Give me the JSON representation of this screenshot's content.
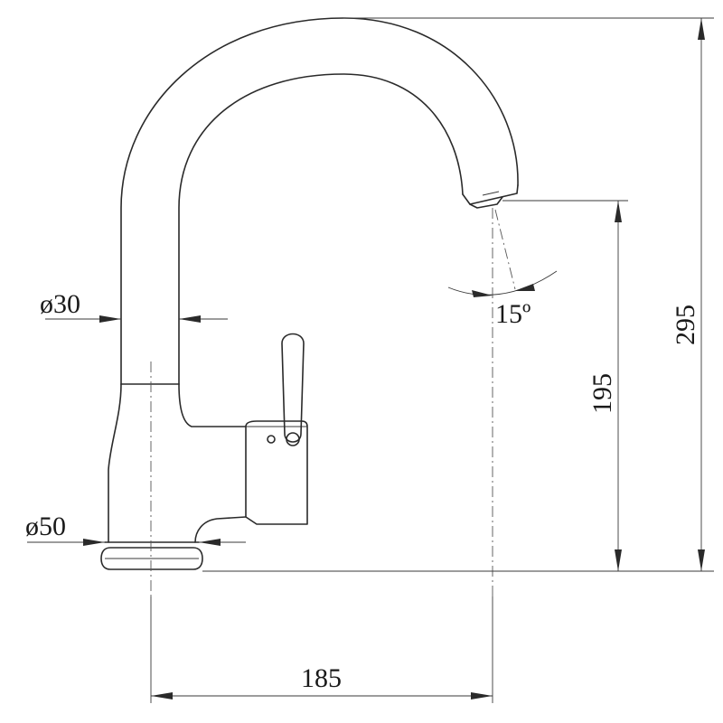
{
  "dimensions": {
    "spout_diameter": "ø30",
    "base_diameter": "ø50",
    "swivel_angle": "15º",
    "outlet_height": "195",
    "total_height": "295",
    "projection": "185"
  }
}
